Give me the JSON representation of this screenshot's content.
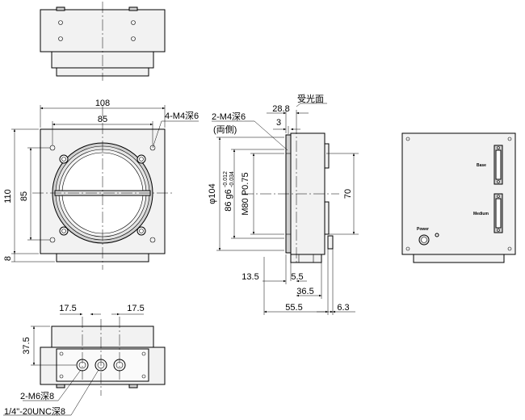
{
  "top_view": {},
  "front_view": {
    "dim_width": "108",
    "dim_hole_pitch_x": "85",
    "dim_height": "110",
    "dim_hole_pitch_y": "85",
    "dim_base": "8",
    "hole_note": "4-M4深6"
  },
  "side_view": {
    "dim_top": "28.8",
    "label_face": "受光面",
    "dim_3": "3",
    "hole_note": "2-M4深6",
    "hole_note_2": "(両側)",
    "dim_phi": "φ104",
    "dim_g6": "86 g6",
    "tol_upper": "-0.012",
    "tol_lower": "-0.034",
    "dim_thread": "M80 P0.75",
    "dim_70": "70",
    "dim_13_5": "13.5",
    "dim_5_5": "5.5",
    "dim_36_5": "36.5",
    "dim_55_5": "55.5",
    "dim_6_3": "6.3"
  },
  "rear_view": {
    "label_base": "Base",
    "label_medium": "Medium",
    "label_power": "Power"
  },
  "bottom_view": {
    "dim_left": "17.5",
    "dim_right": "17.5",
    "dim_height": "37.5",
    "note_m6": "2-M6深8",
    "note_unc": "1/4\"-20UNC深8"
  }
}
